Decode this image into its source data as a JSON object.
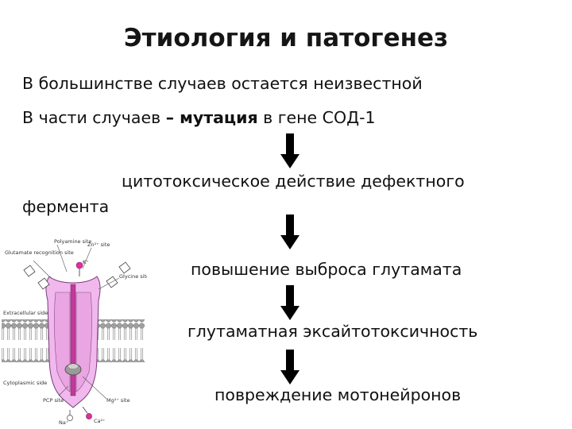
{
  "slide": {
    "title": "Этиология и патогенез",
    "line1": "В большинстве случаев остается неизвестной",
    "line2": {
      "prefix": "В части случаев ",
      "emphasis": "– мутация",
      "suffix": " в гене СОД-1"
    },
    "steps": {
      "step1_part1": "цитотоксическое действие дефектного",
      "step1_part2": "фермента",
      "step2": "повышение выброса глутамата",
      "step3": "глутаматная эксайтотоксичность",
      "step4": "повреждение мотонейронов"
    }
  },
  "receptor_figure": {
    "labels": {
      "polyamine": "Polyamine site",
      "zinc": "Zn²⁺ site",
      "glutamate": "Glutamate recognition site",
      "glycine": "Glycine site",
      "extracellular": "Extracellular side",
      "cytoplasmic": "Cytoplasmic side",
      "pcp": "PCP site",
      "mg": "Mg²⁺ site",
      "k": "K⁺",
      "na": "Na⁺",
      "ca": "Ca²⁺"
    },
    "colors": {
      "receptor_fill": "#f0b8ec",
      "receptor_core": "#c03a9a",
      "lipid_heads": "#9a9a9a"
    }
  },
  "colors": {
    "text": "#111111",
    "arrow": "#000000"
  }
}
